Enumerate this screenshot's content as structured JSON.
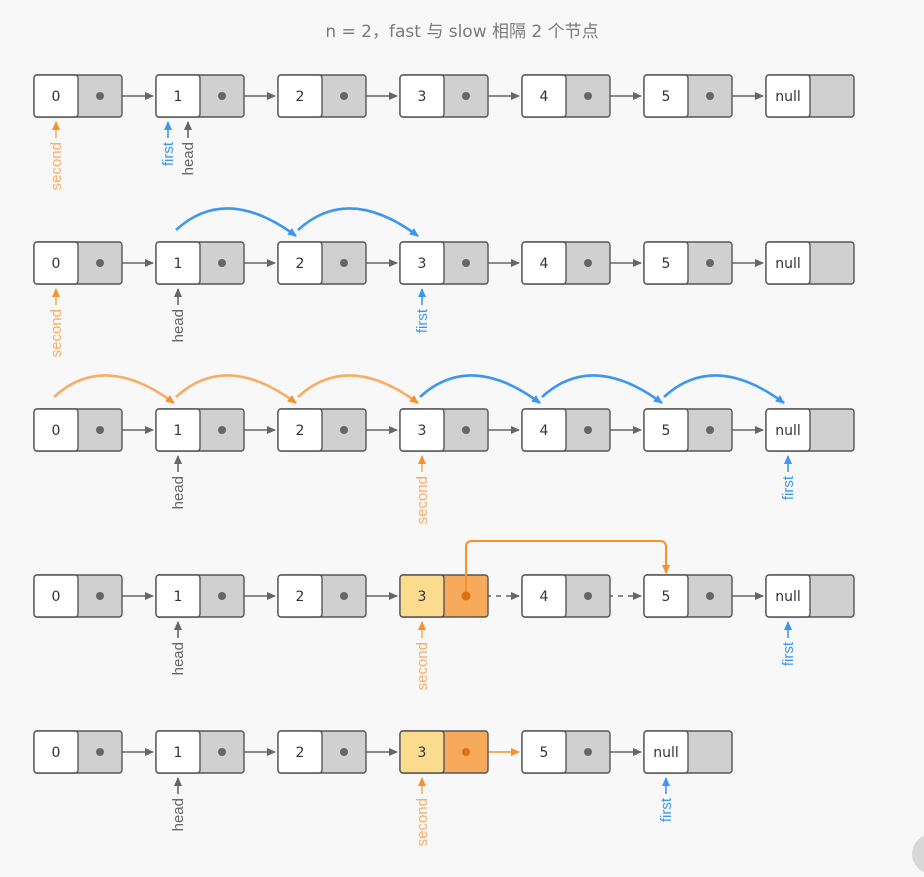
{
  "title": "n = 2，fast 与 slow 相隔 2 个节点",
  "colors": {
    "node_fill": "#ffffff",
    "next_fill": "#d0d0d0",
    "border": "#555555",
    "arrow": "#666666",
    "orange": "#f7ad66",
    "orange_dark": "#f5922e",
    "highlight_val": "#fbdc8e",
    "highlight_next": "#f7aa5c",
    "blue": "#3d96f0",
    "grey_label": "#666666"
  },
  "rows": [
    {
      "nodes": [
        "0",
        "1",
        "2",
        "3",
        "4",
        "5",
        "null"
      ],
      "pointers": [
        {
          "label": "second",
          "node": 0,
          "color": "orange",
          "slot": 0
        },
        {
          "label": "first",
          "node": 1,
          "color": "blue",
          "slot": -1
        },
        {
          "label": "head",
          "node": 1,
          "color": "grey",
          "slot": 1
        }
      ],
      "hops": []
    },
    {
      "nodes": [
        "0",
        "1",
        "2",
        "3",
        "4",
        "5",
        "null"
      ],
      "pointers": [
        {
          "label": "second",
          "node": 0,
          "color": "orange",
          "slot": 0
        },
        {
          "label": "head",
          "node": 1,
          "color": "grey",
          "slot": 0
        },
        {
          "label": "first",
          "node": 3,
          "color": "blue",
          "slot": 0
        }
      ],
      "hops": [
        {
          "from": 1,
          "to": 2,
          "color": "blue"
        },
        {
          "from": 2,
          "to": 3,
          "color": "blue"
        }
      ]
    },
    {
      "nodes": [
        "0",
        "1",
        "2",
        "3",
        "4",
        "5",
        "null"
      ],
      "pointers": [
        {
          "label": "head",
          "node": 1,
          "color": "grey",
          "slot": 0
        },
        {
          "label": "second",
          "node": 3,
          "color": "orange",
          "slot": 0
        },
        {
          "label": "first",
          "node": 6,
          "color": "blue",
          "slot": 0
        }
      ],
      "hops": [
        {
          "from": 0,
          "to": 1,
          "color": "orange"
        },
        {
          "from": 1,
          "to": 2,
          "color": "orange"
        },
        {
          "from": 2,
          "to": 3,
          "color": "orange"
        },
        {
          "from": 3,
          "to": 4,
          "color": "blue"
        },
        {
          "from": 4,
          "to": 5,
          "color": "blue"
        },
        {
          "from": 5,
          "to": 6,
          "color": "blue"
        }
      ]
    },
    {
      "nodes": [
        "0",
        "1",
        "2",
        "3",
        "4",
        "5",
        "null"
      ],
      "highlight": 3,
      "dashed_links": [
        3,
        4
      ],
      "bypass": {
        "from": 3,
        "to": 5
      },
      "pointers": [
        {
          "label": "head",
          "node": 1,
          "color": "grey",
          "slot": 0
        },
        {
          "label": "second",
          "node": 3,
          "color": "orange",
          "slot": 0
        },
        {
          "label": "first",
          "node": 6,
          "color": "blue",
          "slot": 0
        }
      ],
      "hops": []
    },
    {
      "nodes": [
        "0",
        "1",
        "2",
        "3",
        "5",
        "null"
      ],
      "highlight": 3,
      "orange_link": 3,
      "pointers": [
        {
          "label": "head",
          "node": 1,
          "color": "grey",
          "slot": 0
        },
        {
          "label": "second",
          "node": 3,
          "color": "orange",
          "slot": 0
        },
        {
          "label": "first",
          "node": 5,
          "color": "blue",
          "slot": 0
        }
      ],
      "hops": []
    }
  ]
}
